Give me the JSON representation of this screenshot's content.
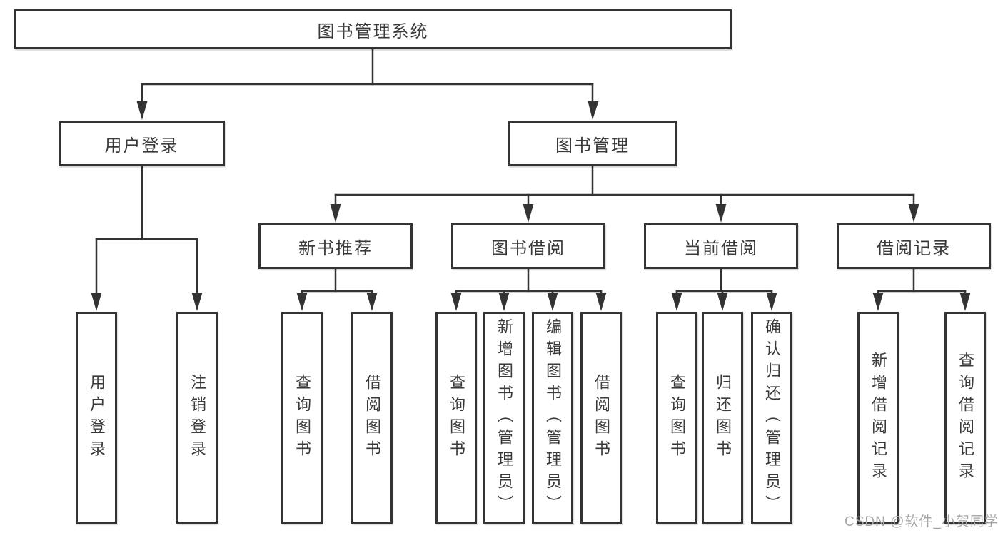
{
  "diagram": {
    "root": {
      "label": "图书管理系统"
    },
    "level2": [
      {
        "label": "用户登录"
      },
      {
        "label": "图书管理"
      }
    ],
    "level3": [
      {
        "label": "新书推荐"
      },
      {
        "label": "图书借阅"
      },
      {
        "label": "当前借阅"
      },
      {
        "label": "借阅记录"
      }
    ],
    "leaves": {
      "user_login": [
        "用户登录",
        "注销登录"
      ],
      "new_book_recommend": [
        "查询图书",
        "借阅图书"
      ],
      "book_borrow": [
        "查询图书",
        "新增图书（管理员）",
        "编辑图书（管理员）",
        "借阅图书"
      ],
      "current_borrow": [
        "查询图书",
        "归还图书",
        "确认归还（管理员）"
      ],
      "borrow_records": [
        "新增借阅记录",
        "查询借阅记录"
      ]
    },
    "line_color": "#333333",
    "box_border_color": "#333333",
    "box_fill_color": "#ffffff"
  },
  "watermark": {
    "text": "CSDN @软件_小贺同学",
    "color": "#a6a6a6"
  }
}
